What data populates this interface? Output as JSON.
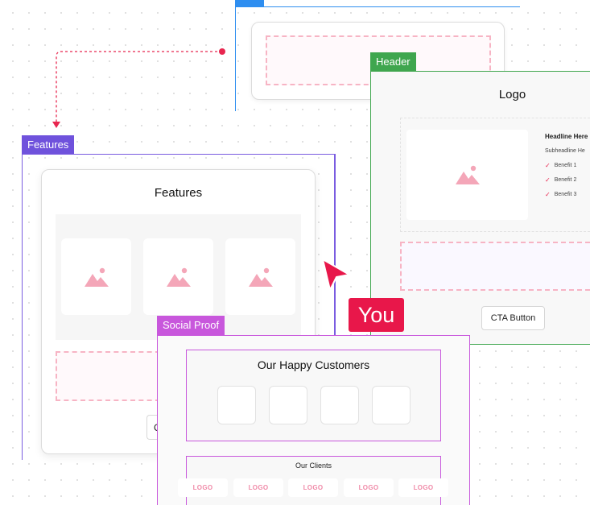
{
  "features": {
    "tab_label": "Features",
    "title": "Features",
    "button_label": "C"
  },
  "header": {
    "tab_label": "Header",
    "logo": "Logo",
    "headline": "Headline Here",
    "subheadline": "Subheadline He",
    "benefits": [
      "Benefit 1",
      "Benefit 2",
      "Benefit 3"
    ],
    "cta_label": "CTA Button"
  },
  "cursor": {
    "label": "You",
    "color": "#e8174a"
  },
  "social_proof": {
    "tab_label": "Social Proof",
    "title": "Our Happy Customers",
    "clients_title": "Our Clients",
    "logos": [
      "LOGO",
      "LOGO",
      "LOGO",
      "LOGO",
      "LOGO"
    ]
  },
  "colors": {
    "features_accent": "#6f52dc",
    "header_accent": "#3fa64e",
    "social_accent": "#c857dc",
    "top_frame_accent": "#2e8ef0",
    "placeholder_pink": "#f7b4c4"
  }
}
